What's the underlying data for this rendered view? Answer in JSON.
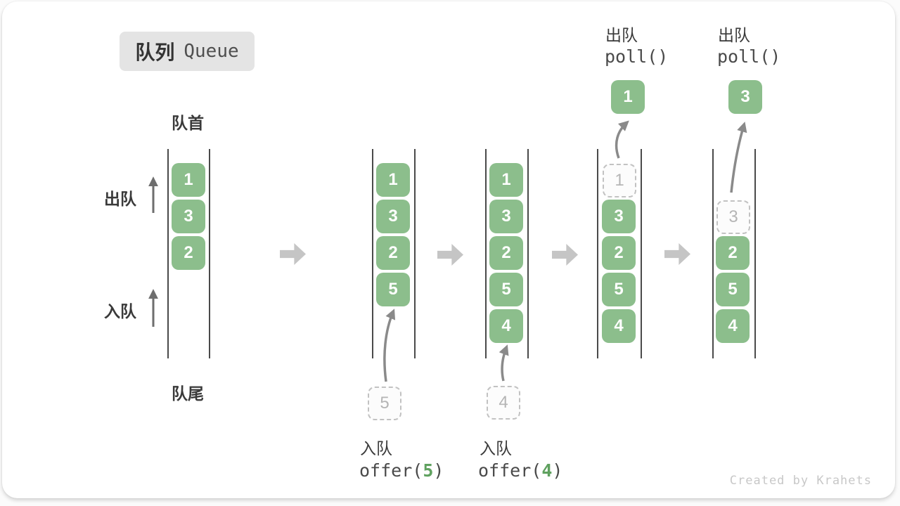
{
  "title": {
    "zh": "队列",
    "en": "Queue"
  },
  "side_labels": {
    "front": "队首",
    "rear": "队尾",
    "dequeue": "出队",
    "enqueue": "入队"
  },
  "queues": [
    {
      "boxes": [
        {
          "v": "1"
        },
        {
          "v": "3"
        },
        {
          "v": "2"
        }
      ]
    },
    {
      "boxes": [
        {
          "v": "1"
        },
        {
          "v": "3"
        },
        {
          "v": "2"
        },
        {
          "v": "5"
        }
      ]
    },
    {
      "boxes": [
        {
          "v": "1"
        },
        {
          "v": "3"
        },
        {
          "v": "2"
        },
        {
          "v": "5"
        },
        {
          "v": "4"
        }
      ]
    },
    {
      "boxes": [
        {
          "v": "1",
          "ghost": true
        },
        {
          "v": "3"
        },
        {
          "v": "2"
        },
        {
          "v": "5"
        },
        {
          "v": "4"
        }
      ]
    },
    {
      "boxes": [
        {
          "v": "3",
          "ghost": true
        },
        {
          "v": "2"
        },
        {
          "v": "5"
        },
        {
          "v": "4"
        }
      ]
    }
  ],
  "enqueue_ops": [
    {
      "label": "入队",
      "fn": "offer(",
      "arg": "5",
      "close": ")",
      "pending": "5"
    },
    {
      "label": "入队",
      "fn": "offer(",
      "arg": "4",
      "close": ")",
      "pending": "4"
    }
  ],
  "dequeue_ops": [
    {
      "label": "出队",
      "code": "poll()",
      "value": "1"
    },
    {
      "label": "出队",
      "code": "poll()",
      "value": "3"
    }
  ],
  "watermark": "Created by Krahets",
  "colors": {
    "box_green": "#8cbe8c",
    "accent_green": "#5fa15f",
    "ghost_gray": "#c2c2c2",
    "arrow_gray": "#c5c5c5",
    "rail_gray": "#4a4a4a"
  }
}
